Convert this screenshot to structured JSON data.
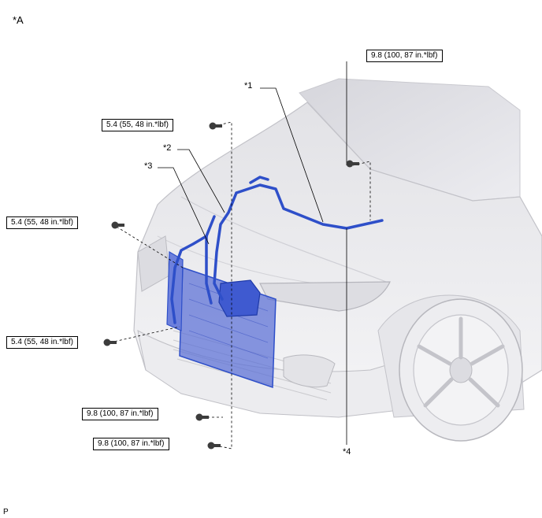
{
  "view_label": "*A",
  "footer_code": "P",
  "callouts": {
    "c1": "*1",
    "c2": "*2",
    "c3": "*3",
    "c4": "*4"
  },
  "torque_specs": {
    "top_right": "9.8 (100, 87 in.*lbf)",
    "top_center": "5.4 (55, 48 in.*lbf)",
    "left_upper": "5.4 (55, 48 in.*lbf)",
    "left_lower": "5.4 (55, 48 in.*lbf)",
    "bottom_1": "9.8 (100, 87 in.*lbf)",
    "bottom_2": "9.8 (100, 87 in.*lbf)"
  },
  "colors": {
    "part_highlight": "#2e4fc9",
    "part_fill": "#5a6fd6",
    "car_body": "#e9e9ec",
    "car_line": "#b9b9bf"
  }
}
